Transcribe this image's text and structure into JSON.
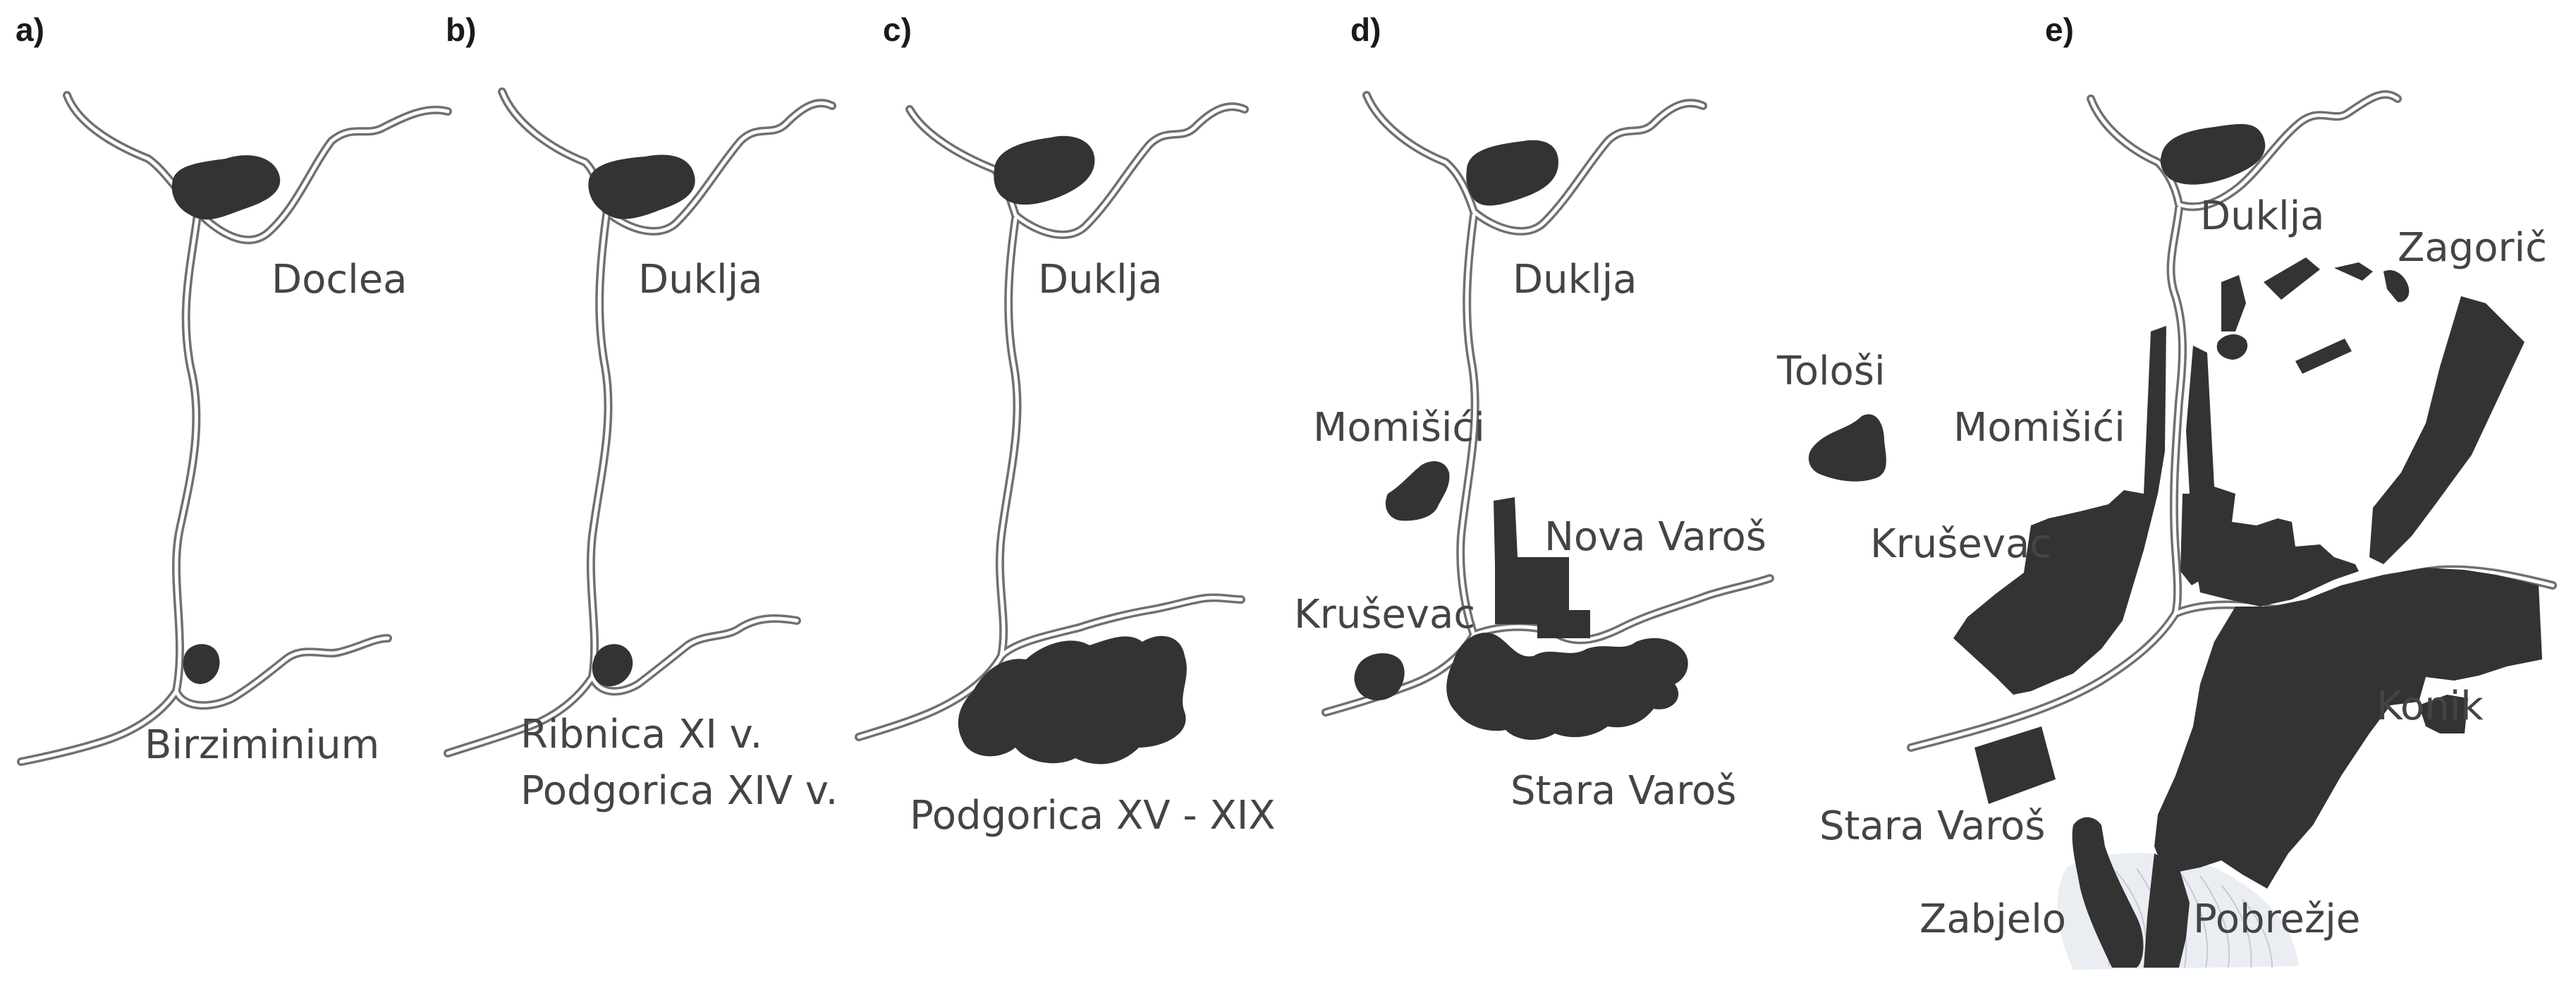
{
  "colors": {
    "river_stroke": "#707070",
    "river_fill": "#ffffff",
    "settlement": "#333333",
    "label": "#444444",
    "panel_letter": "#1a1a1a"
  },
  "panels": [
    {
      "letter": "a)",
      "labels": [
        "Doclea",
        "Birziminium"
      ]
    },
    {
      "letter": "b)",
      "labels": [
        "Duklja",
        "Ribnica XI v.",
        "Podgorica XIV v."
      ]
    },
    {
      "letter": "c)",
      "labels": [
        "Duklja",
        "Podgorica XV - XIX"
      ]
    },
    {
      "letter": "d)",
      "labels": [
        "Duklja",
        "Tološi",
        "Momišići",
        "Nova Varoš",
        "Kruševac",
        "Stara Varoš"
      ]
    },
    {
      "letter": "e)",
      "labels": [
        "Duklja",
        "Zagorič",
        "Momišići",
        "Kruševac",
        "Konik",
        "Stara Varoš",
        "Zabjelo",
        "Pobrežje"
      ]
    }
  ]
}
